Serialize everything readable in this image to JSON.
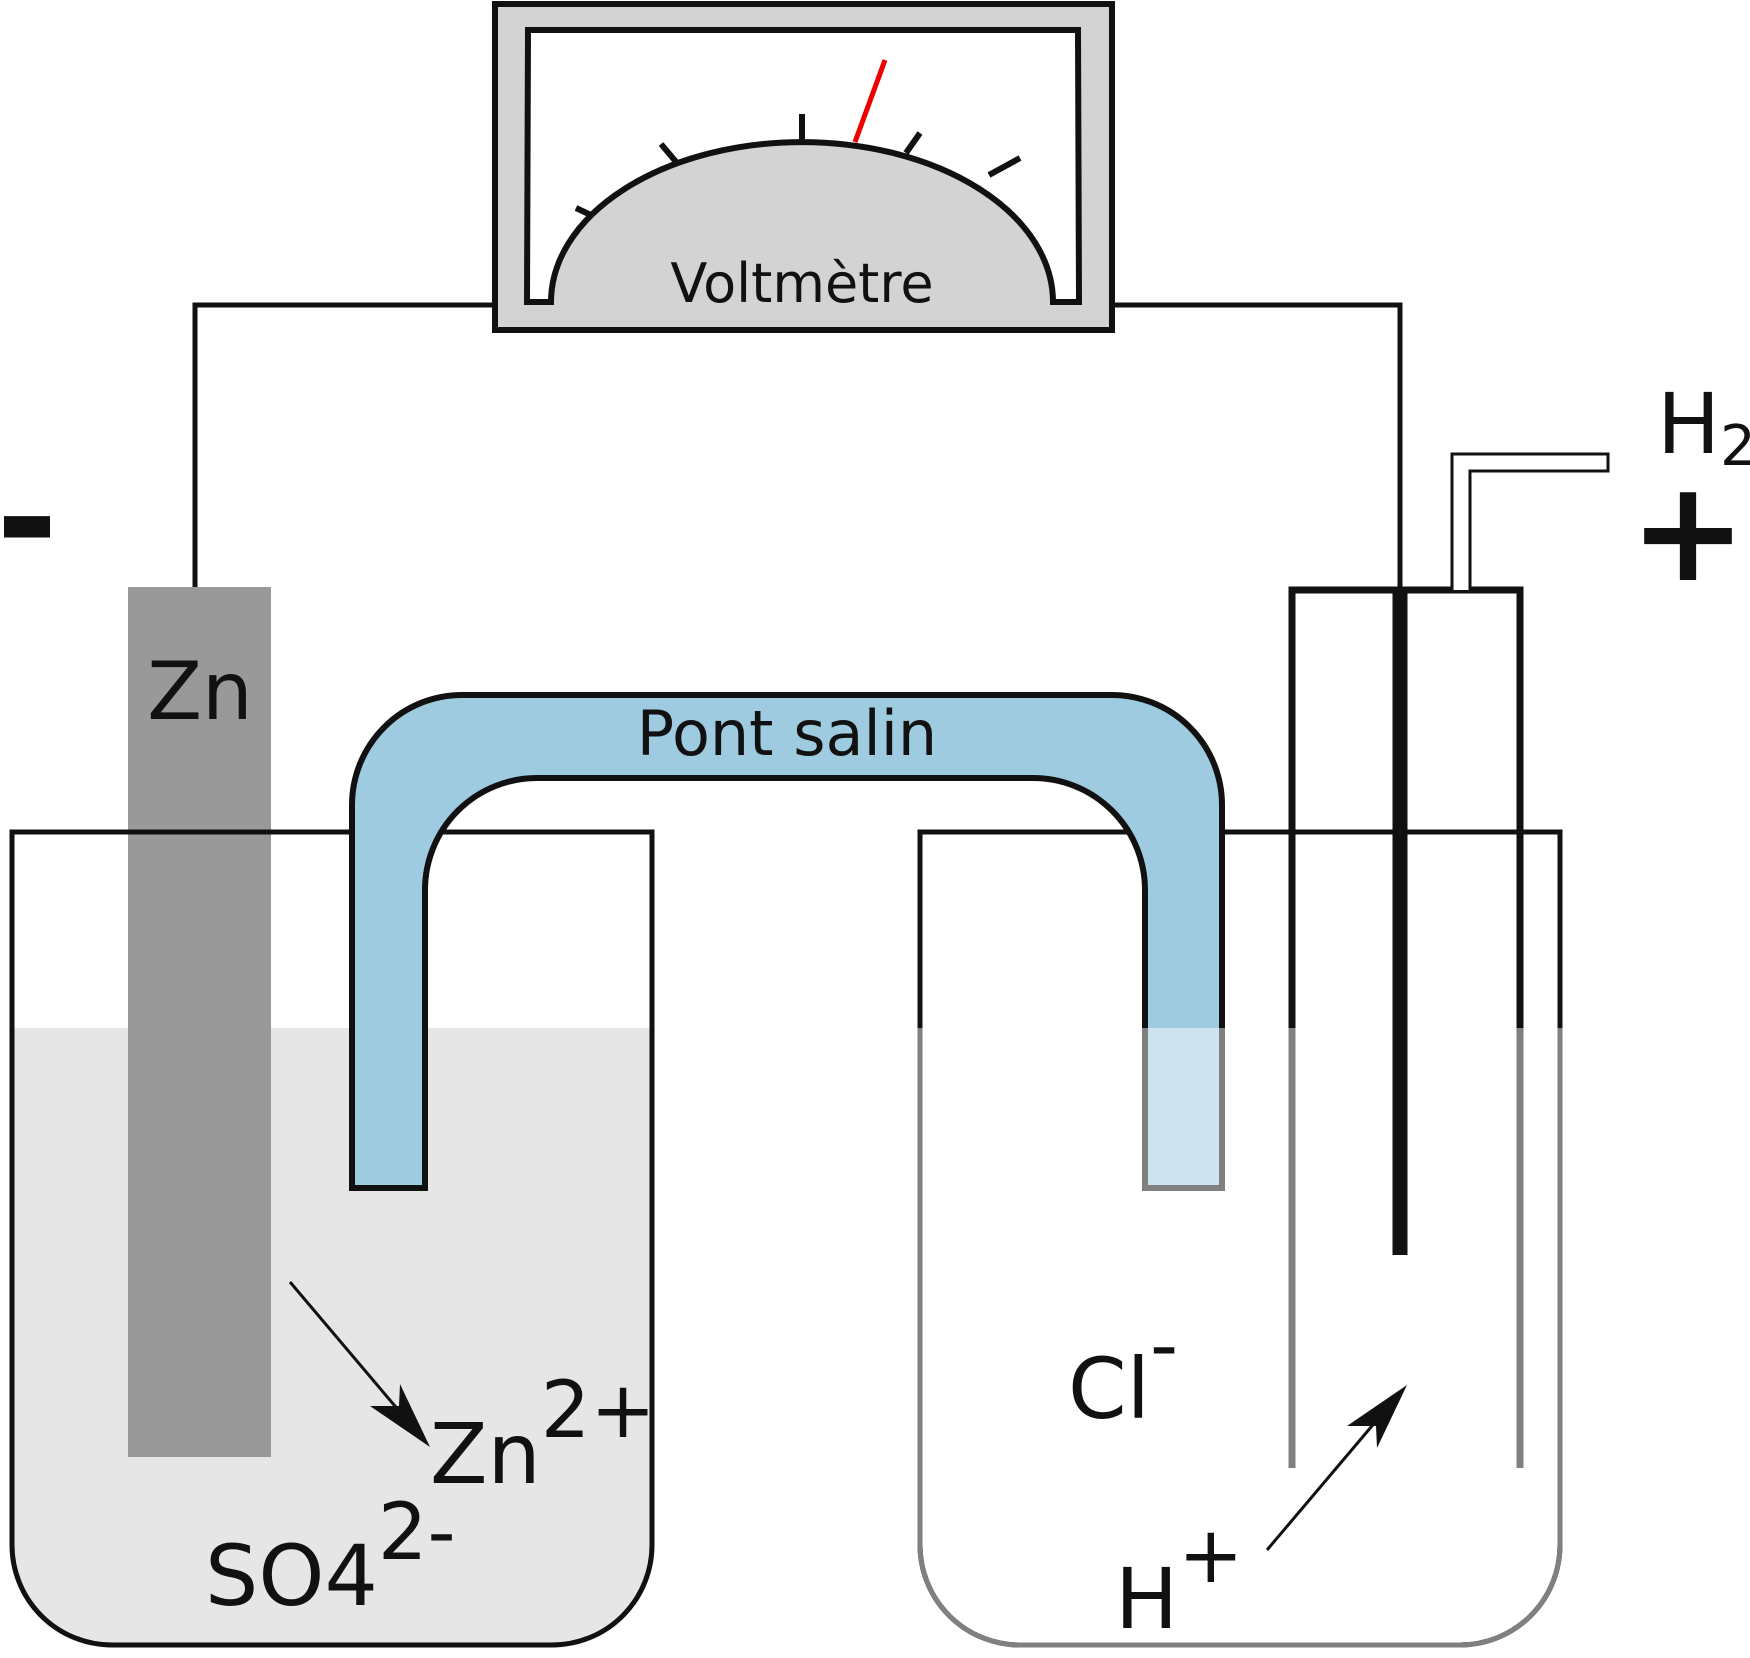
{
  "voltmeter": {
    "label": "Voltmètre"
  },
  "electrodes": {
    "anode_label": "Zn",
    "anode_sign": "-",
    "cathode_sign": "+",
    "gas": {
      "base": "H",
      "subscript": "2"
    }
  },
  "salt_bridge": {
    "label": "Pont salin"
  },
  "left_solution": {
    "cation": {
      "base": "Zn",
      "charge": "2+"
    },
    "anion": {
      "base": "SO4",
      "charge": "2-"
    }
  },
  "right_solution": {
    "anion": {
      "base": "Cl",
      "charge": "-"
    },
    "cation": {
      "base": "H",
      "charge": "+"
    }
  },
  "colors": {
    "outline": "#111111",
    "meter_fill": "#d3d3d3",
    "needle": "#ee0000",
    "zinc": "#999999",
    "left_solution": "#e6e6e6",
    "bridge": "#9ecbdf",
    "bridge_submerged": "#cde4ef",
    "submerged_line": "#808080"
  }
}
